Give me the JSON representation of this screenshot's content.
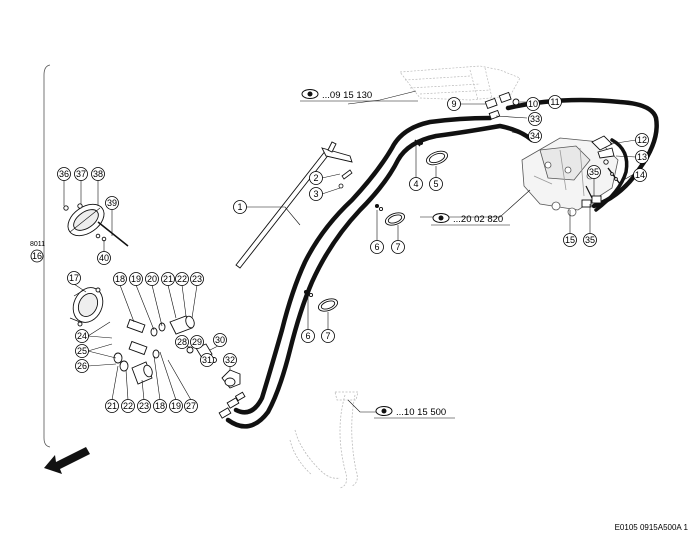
{
  "side_label": {
    "group": "8011",
    "number": "16"
  },
  "footer_code": "E0105 0915A500A 1",
  "references": [
    {
      "id": "ref-top",
      "text": "...09 15 130"
    },
    {
      "id": "ref-mid",
      "text": "...20 02 820"
    },
    {
      "id": "ref-bottom",
      "text": "...10 15 500"
    }
  ],
  "callouts": [
    {
      "id": "c1",
      "n": "1"
    },
    {
      "id": "c2",
      "n": "2"
    },
    {
      "id": "c3",
      "n": "3"
    },
    {
      "id": "c4",
      "n": "4"
    },
    {
      "id": "c5",
      "n": "5"
    },
    {
      "id": "c6a",
      "n": "6"
    },
    {
      "id": "c7a",
      "n": "7"
    },
    {
      "id": "c6b",
      "n": "6"
    },
    {
      "id": "c7b",
      "n": "7"
    },
    {
      "id": "c9",
      "n": "9"
    },
    {
      "id": "c10",
      "n": "10"
    },
    {
      "id": "c11",
      "n": "11"
    },
    {
      "id": "c12",
      "n": "12"
    },
    {
      "id": "c13",
      "n": "13"
    },
    {
      "id": "c14",
      "n": "14"
    },
    {
      "id": "c15",
      "n": "15"
    },
    {
      "id": "c35a",
      "n": "35"
    },
    {
      "id": "c35b",
      "n": "35"
    },
    {
      "id": "c33",
      "n": "33"
    },
    {
      "id": "c34",
      "n": "34"
    },
    {
      "id": "c36",
      "n": "36"
    },
    {
      "id": "c37",
      "n": "37"
    },
    {
      "id": "c38",
      "n": "38"
    },
    {
      "id": "c39",
      "n": "39"
    },
    {
      "id": "c40",
      "n": "40"
    },
    {
      "id": "c17",
      "n": "17"
    },
    {
      "id": "c18a",
      "n": "18"
    },
    {
      "id": "c19a",
      "n": "19"
    },
    {
      "id": "c20",
      "n": "20"
    },
    {
      "id": "c21a",
      "n": "21"
    },
    {
      "id": "c22a",
      "n": "22"
    },
    {
      "id": "c23a",
      "n": "23"
    },
    {
      "id": "c24",
      "n": "24"
    },
    {
      "id": "c25",
      "n": "25"
    },
    {
      "id": "c26",
      "n": "26"
    },
    {
      "id": "c28",
      "n": "28"
    },
    {
      "id": "c29",
      "n": "29"
    },
    {
      "id": "c30",
      "n": "30"
    },
    {
      "id": "c31",
      "n": "31"
    },
    {
      "id": "c32",
      "n": "32"
    },
    {
      "id": "c21b",
      "n": "21"
    },
    {
      "id": "c22b",
      "n": "22"
    },
    {
      "id": "c23b",
      "n": "23"
    },
    {
      "id": "c18b",
      "n": "18"
    },
    {
      "id": "c19b",
      "n": "19"
    },
    {
      "id": "c27",
      "n": "27"
    }
  ]
}
